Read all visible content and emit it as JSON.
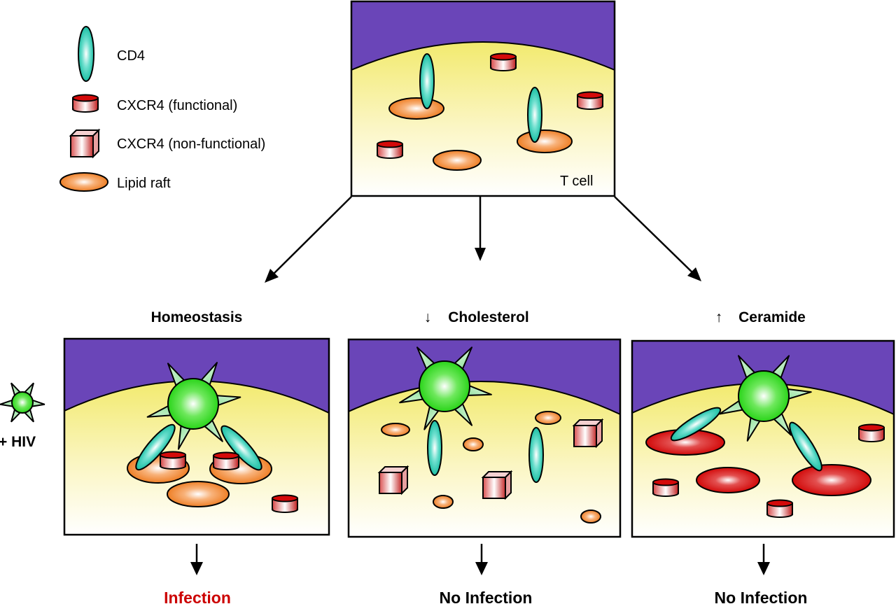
{
  "legend": {
    "items": [
      {
        "icon": "cd4-icon",
        "label": "CD4"
      },
      {
        "icon": "cxcr4-functional-icon",
        "label": "CXCR4 (functional)"
      },
      {
        "icon": "cxcr4-nonfunctional-icon",
        "label": "CXCR4 (non-functional)"
      },
      {
        "icon": "lipid-raft-icon",
        "label": "Lipid raft"
      }
    ]
  },
  "top_cell": {
    "label": "T cell"
  },
  "hiv_marker": {
    "label": "+ HIV"
  },
  "panels": [
    {
      "id": "homeostasis",
      "title": "Homeostasis",
      "arrow_glyph": "",
      "outcome": "Infection",
      "outcome_color": "#cc0000"
    },
    {
      "id": "cholesterol",
      "title": "Cholesterol",
      "arrow_glyph": "↓",
      "outcome": "No Infection",
      "outcome_color": "#000000"
    },
    {
      "id": "ceramide",
      "title": "Ceramide",
      "arrow_glyph": "↑",
      "outcome": "No Infection",
      "outcome_color": "#000000"
    }
  ],
  "colors": {
    "extracellular": "#6a45b8",
    "membrane_top": "#f3ec7a",
    "membrane_bottom": "#ffffff",
    "cd4": "#2ec9b0",
    "cxcr4": "#d42020",
    "lipid_raft": "#f08a30",
    "ceramide_raft": "#d40e0e",
    "hiv": "#33dd22",
    "hiv_spike": "#b8f0c0",
    "infection": "#cc0000"
  }
}
